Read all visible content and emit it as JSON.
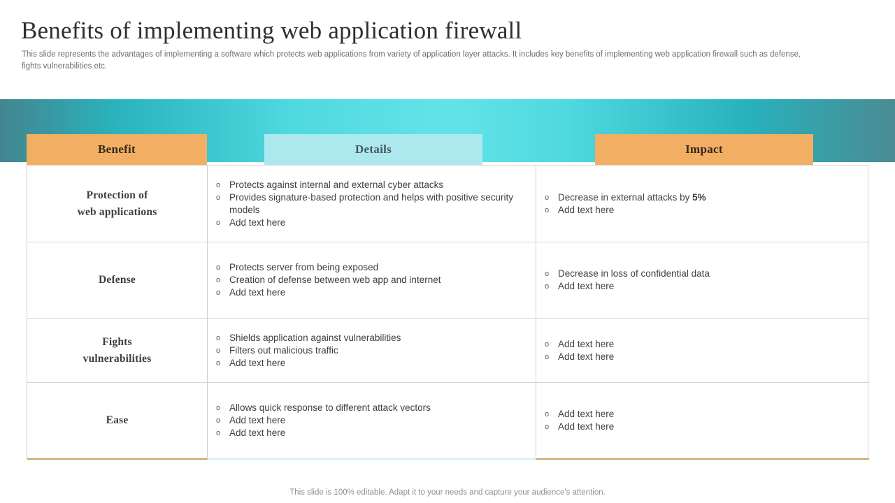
{
  "slide": {
    "title": "Benefits of implementing web application firewall",
    "subtitle": "This slide represents the advantages of implementing a software which protects web applications from variety of application layer attacks. It includes key benefits of implementing web application firewall such as defense, fights vulnerabilities etc.",
    "footer": "This slide is 100% editable. Adapt it to your needs and capture your audience's attention."
  },
  "table": {
    "bullet_marker": "o",
    "headers": [
      {
        "label": "Benefit"
      },
      {
        "label": "Details"
      },
      {
        "label": "Impact"
      }
    ],
    "rows": [
      {
        "benefit_lines": [
          "Protection of",
          "web applications"
        ],
        "details": [
          "Protects against internal and external cyber attacks",
          "Provides signature-based protection and helps with positive security models",
          "Add text here"
        ],
        "impact": [
          {
            "text": "Decrease in external attacks by ",
            "bold": "5%"
          },
          "Add text here"
        ]
      },
      {
        "benefit_lines": [
          "Defense"
        ],
        "details": [
          "Protects server from being exposed",
          "Creation of defense between web app and internet",
          "Add text here"
        ],
        "impact": [
          "Decrease in loss of confidential data",
          "Add text here"
        ]
      },
      {
        "benefit_lines": [
          "Fights",
          "vulnerabilities"
        ],
        "details": [
          "Shields application against vulnerabilities",
          "Filters out malicious traffic",
          "Add text here"
        ],
        "impact": [
          "Add text here",
          "Add text here"
        ]
      },
      {
        "benefit_lines": [
          "Ease"
        ],
        "details": [
          "Allows quick response to different attack vectors",
          "Add text here",
          "Add text here"
        ],
        "impact": [
          "Add text here",
          "Add text here"
        ]
      }
    ]
  },
  "colors": {
    "header_orange": "#f2ae63",
    "header_cyan": "#ace9ee",
    "accent_tan": "#c9a35f",
    "accent_blue": "#d7ecf6",
    "band_teal_dark": "#43858f",
    "band_teal_bright": "#63e3e8"
  }
}
